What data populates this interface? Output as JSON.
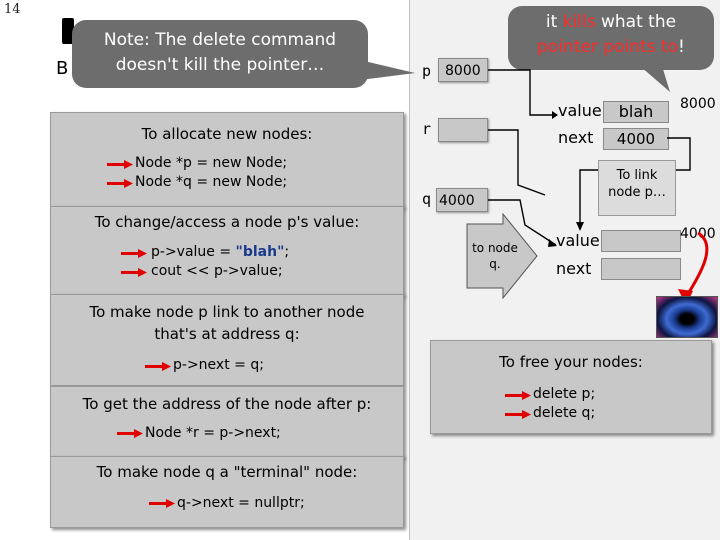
{
  "slide_number": "14",
  "callout_left": {
    "line1": "Note: The delete command",
    "line2_pre": "doesn't kill the ",
    "line2_red": "pointer",
    "line2_post": "…"
  },
  "hidden_title_fragment": "B",
  "callout_right": {
    "line1_pre": "it ",
    "line1_red": "kills",
    "line1_post": " what the",
    "line2_red1": "pointer",
    "line2_mid": " ",
    "line2_red2": "points to",
    "line2_post": "!"
  },
  "left_panels": {
    "allocate": {
      "title": "To allocate new nodes:",
      "code1": "Node *p = new Node;",
      "code2": "Node *q = new Node;"
    },
    "access": {
      "title": "To change/access a node p's value:",
      "code1_pre": "p->value = ",
      "code1_str": "\"blah\"",
      "code1_post": ";",
      "code2": "cout << p->value;"
    },
    "link": {
      "title_line1": "To make node p link to another node",
      "title_line2": "that's at address q:",
      "code": "p->next = q;"
    },
    "next": {
      "title": "To get the address of the node after p:",
      "code": "Node *r = p->next;"
    },
    "terminal": {
      "title": "To make node q a \"terminal\" node:",
      "code": "q->next = nullptr;"
    }
  },
  "right": {
    "pointers": {
      "p": {
        "label": "p",
        "value": "8000"
      },
      "r": {
        "label": "r",
        "value": ""
      },
      "q": {
        "label": "q",
        "value": "4000"
      }
    },
    "node1": {
      "value_label": "value",
      "value": "blah",
      "next_label": "next",
      "next": "4000",
      "address": "8000"
    },
    "node2": {
      "value_label": "value",
      "value": "",
      "next_label": "next",
      "next": "",
      "address": "4000"
    },
    "link_note": {
      "line1": "To link",
      "line2": "node p…"
    },
    "to_node_note": {
      "line1": "to node",
      "line2": "q."
    },
    "free_panel": {
      "title": "To free your nodes:",
      "code1": "delete p;",
      "code2": "delete q;"
    }
  }
}
